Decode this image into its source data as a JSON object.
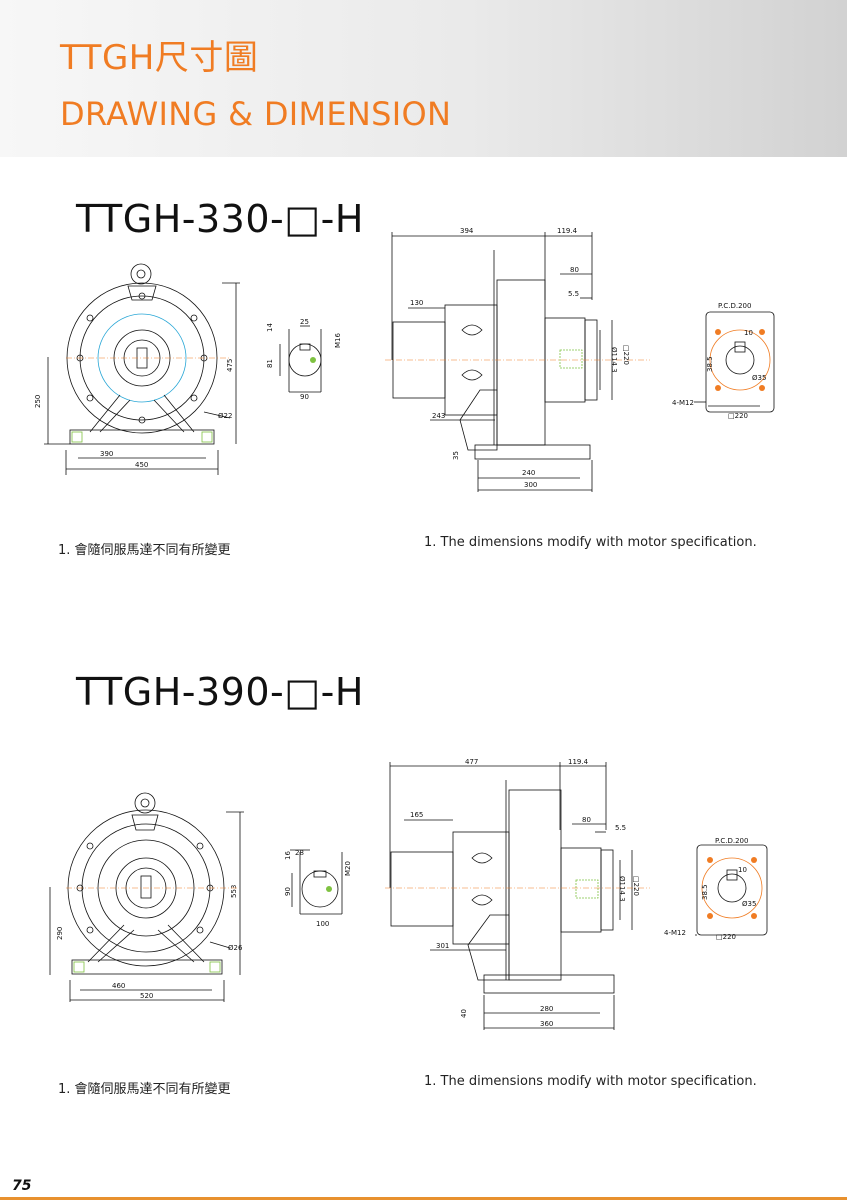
{
  "header": {
    "title_cn": "TTGH尺寸圖",
    "title_en": "DRAWING & DIMENSION"
  },
  "sections": [
    {
      "model": "TTGH-330-□-H",
      "note_cn": "1. 會隨伺服馬達不同有所變更",
      "note_en": "1. The dimensions modify with motor specification.",
      "dims": {
        "front": {
          "height_total": "475",
          "center_height": "250",
          "foot_inner": "390",
          "foot_outer": "450",
          "hole": "Ø22"
        },
        "shaft": {
          "key_width": "25",
          "key_height": "14",
          "key_depth": "81",
          "thread": "M16",
          "length": "90"
        },
        "side": {
          "overall": "394",
          "motor_flange": "119.4",
          "output_shaft": "130",
          "pilot_len": "80",
          "pilot_step": "5.5",
          "pilot_dia": "Ø114.3",
          "flange_sq": "□220",
          "shaft_to_base": "243",
          "base_thk": "35",
          "base_inner": "240",
          "base_outer": "300"
        },
        "flange": {
          "pcd": "P.C.D.200",
          "key": "10",
          "key_height": "38.5",
          "bore": "Ø35",
          "bolt": "4-M12",
          "square": "□220"
        }
      }
    },
    {
      "model": "TTGH-390-□-H",
      "note_cn": "1. 會隨伺服馬達不同有所變更",
      "note_en": "1. The dimensions modify with motor specification.",
      "dims": {
        "front": {
          "height_total": "553",
          "center_height": "290",
          "foot_inner": "460",
          "foot_outer": "520",
          "hole": "Ø26"
        },
        "shaft": {
          "key_width": "28",
          "key_height": "16",
          "key_depth": "90",
          "thread": "M20",
          "length": "100"
        },
        "side": {
          "overall": "477",
          "motor_flange": "119.4",
          "output_shaft": "165",
          "pilot_len": "80",
          "pilot_step": "5.5",
          "pilot_dia": "Ø114.3",
          "flange_sq": "□220",
          "shaft_to_base": "301",
          "base_thk": "40",
          "base_inner": "280",
          "base_outer": "360"
        },
        "flange": {
          "pcd": "P.C.D.200",
          "key": "10",
          "key_height": "38.5",
          "bore": "Ø35",
          "bolt": "4-M12",
          "square": "□220"
        }
      }
    }
  ],
  "footer": {
    "page": "75"
  },
  "colors": {
    "accent": "#f07c23",
    "footer_line": "#e8912e",
    "center_line": "#f07c23",
    "green": "#7fc241",
    "cyan": "#2aa7d6"
  }
}
